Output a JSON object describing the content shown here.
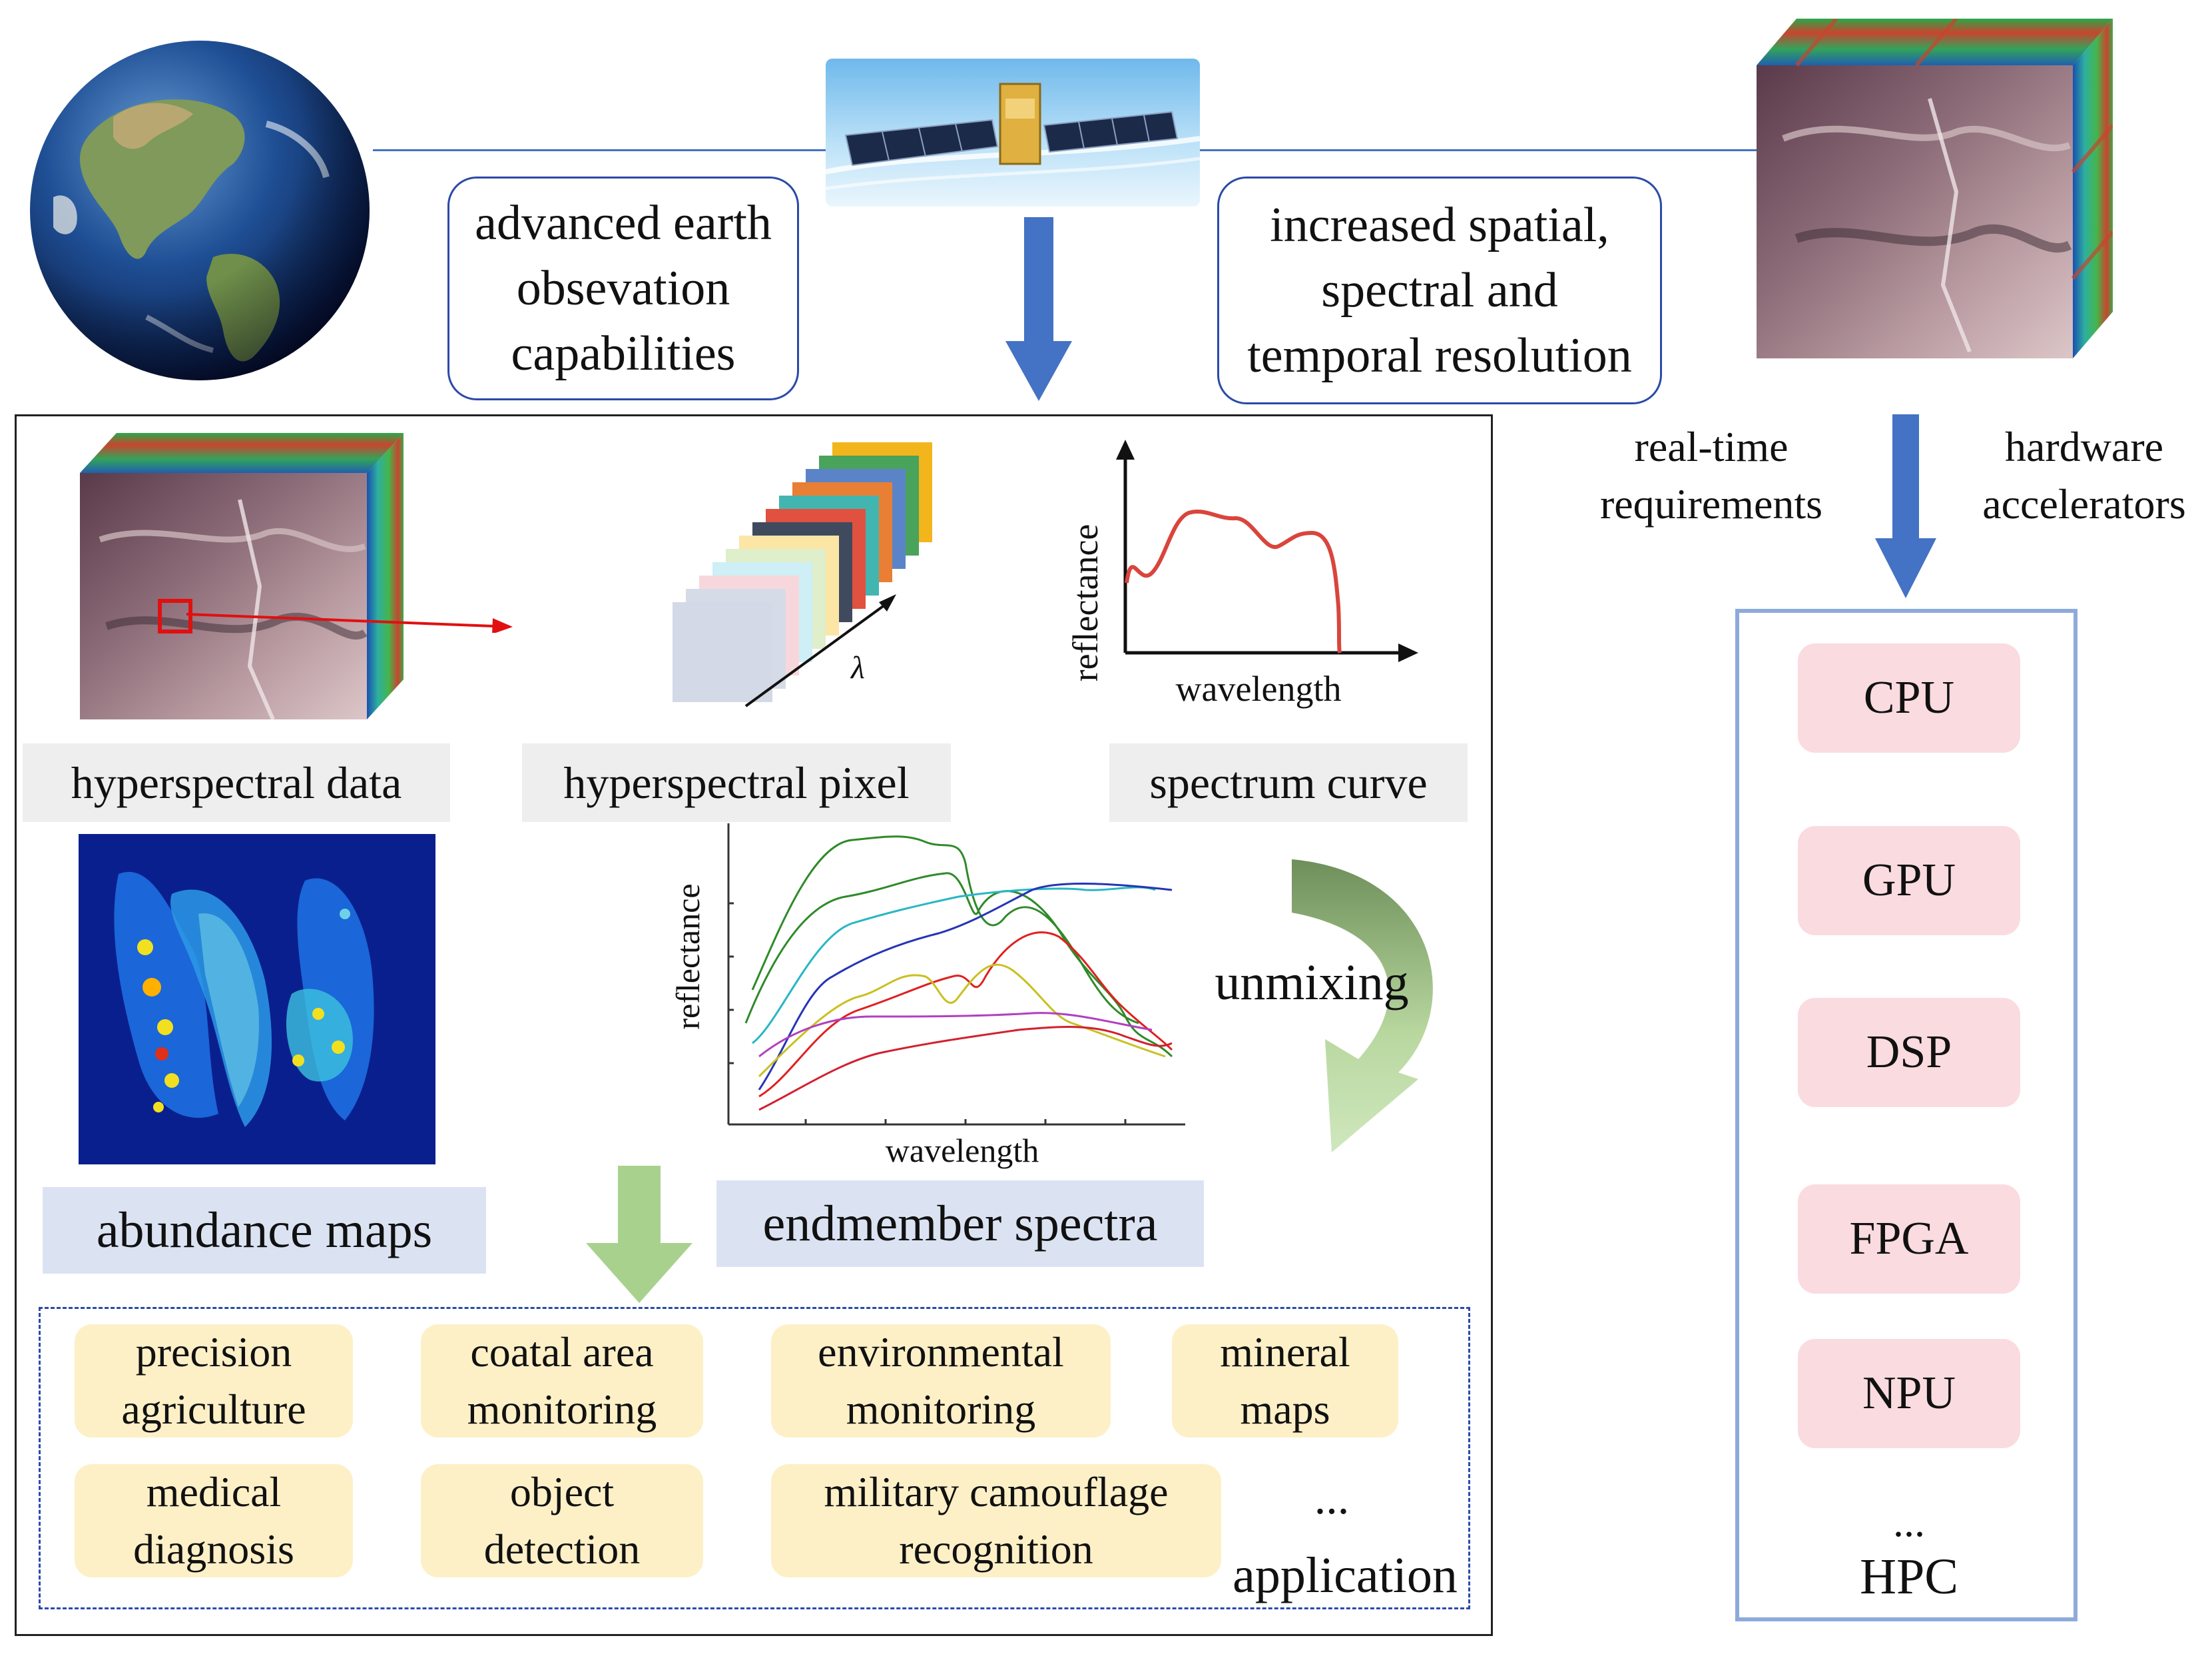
{
  "top": {
    "left_box": [
      "advanced earth",
      "obsevation",
      "capabilities"
    ],
    "right_box": [
      "increased spatial,",
      "spectral and",
      "temporal resolution"
    ]
  },
  "pipeline": {
    "labels": {
      "hyperspectral_data": "hyperspectral data",
      "hyperspectral_pixel": "hyperspectral pixel",
      "spectrum_curve": "spectrum curve",
      "abundance_maps": "abundance maps",
      "endmember_spectra": "endmember spectra",
      "unmixing": "unmixing"
    },
    "lambda_symbol": "λ",
    "spectrum_axes": {
      "y": "reflectance",
      "x": "wavelength"
    },
    "endmember_axes": {
      "y": "reflectance",
      "x": "wavelength"
    }
  },
  "applications": {
    "row1": [
      [
        "precision",
        "agriculture"
      ],
      [
        "coatal area",
        "monitoring"
      ],
      [
        "environmental",
        "monitoring"
      ],
      [
        "mineral",
        "maps"
      ]
    ],
    "row2": [
      [
        "medical",
        "diagnosis"
      ],
      [
        "object",
        "detection"
      ],
      [
        "military camouflage",
        "recognition"
      ]
    ],
    "ellipsis": "...",
    "label": "application"
  },
  "hardware": {
    "left_text": [
      "real-time",
      "requirements"
    ],
    "right_text": [
      "hardware",
      "accelerators"
    ],
    "chips": [
      "CPU",
      "GPU",
      "DSP",
      "FPGA",
      "NPU"
    ],
    "ellipsis": "...",
    "title": "HPC"
  },
  "colors": {
    "arrow_blue": "#4472c4",
    "arrow_green": "#a9d18e",
    "box_border": "#2b4aa8",
    "hpc_border": "#8eaadb",
    "chip_pink": "#fadbe0",
    "chip_yellow": "#fdf0c7",
    "label_gray": "#eeeeee",
    "label_blue": "#dbe3f3"
  },
  "icons": [
    "earth-globe-image",
    "satellite-image",
    "hyperspectral-cube-image",
    "abundance-heatmap-image"
  ]
}
